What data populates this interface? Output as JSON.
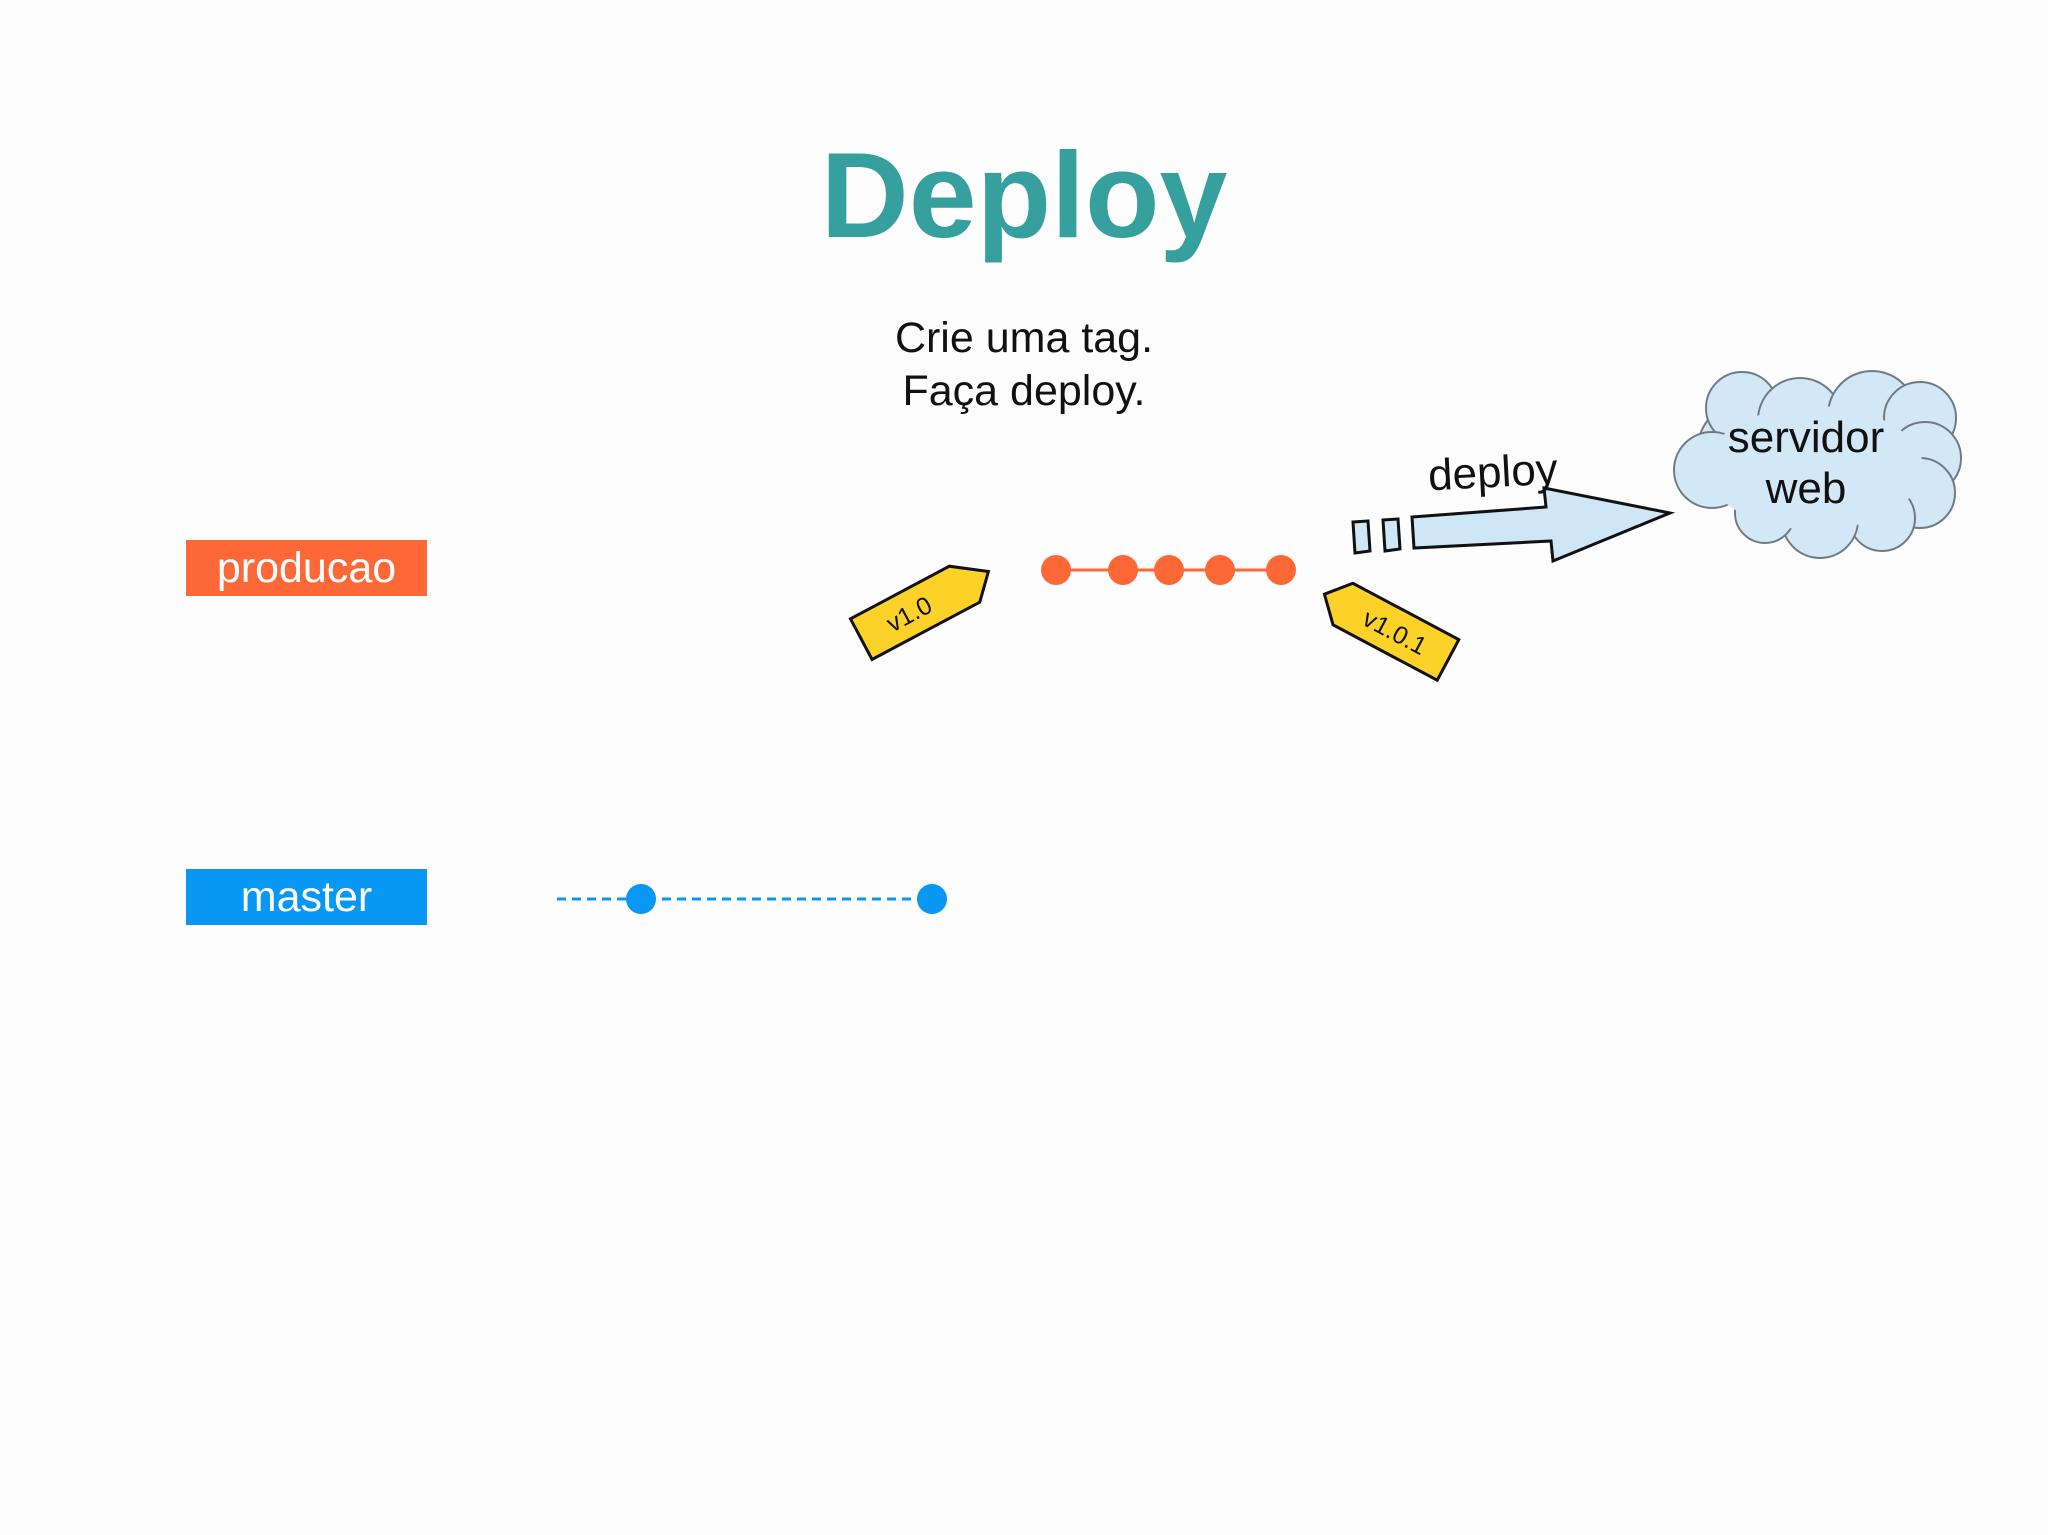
{
  "title": "Deploy",
  "instructions": [
    "Crie uma tag.",
    "Faça deploy."
  ],
  "branches": {
    "producao": {
      "label": "producao",
      "color": "#fe6837",
      "commits": 5
    },
    "master": {
      "label": "master",
      "color": "#0897f2",
      "commits": 2
    }
  },
  "tags": [
    "v1.0",
    "v1.0.1"
  ],
  "tag_color": "#fcd228",
  "deploy_label": "deploy",
  "server": {
    "line1": "servidor",
    "line2": "web"
  },
  "colors": {
    "title": "#36a09e",
    "arrow_fill": "#cfe6f7",
    "cloud_fill": "#d2e8f7"
  }
}
